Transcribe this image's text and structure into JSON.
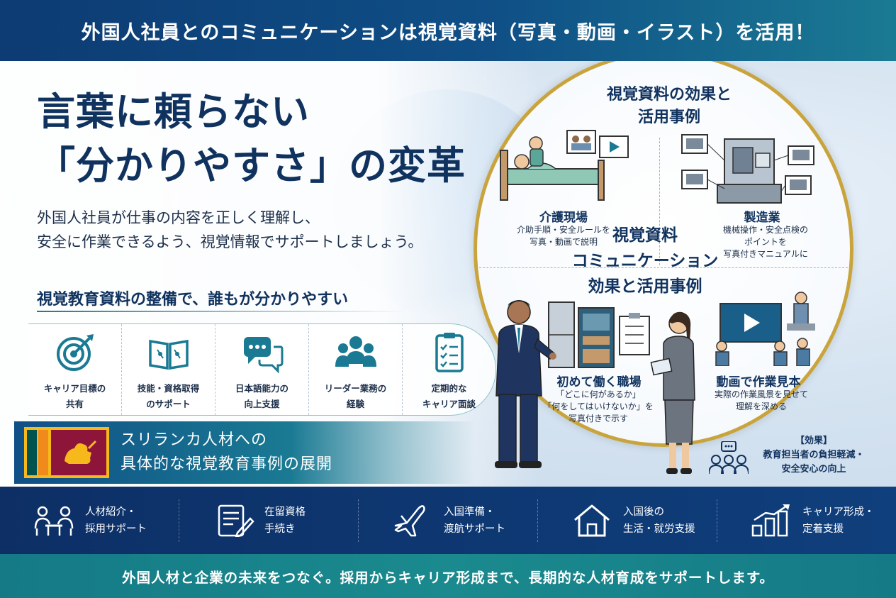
{
  "top_banner": {
    "text": "外国人社員とのコミュニケーションは視覚資料（写真・動画・イラスト）を活用！"
  },
  "headline": {
    "line1": "言葉に頼らない",
    "line2": "「分かりやすさ」の変革"
  },
  "lead": {
    "line1": "外国人社員が仕事の内容を正しく理解し、",
    "line2": "安全に作業できるよう、視覚情報でサポートしましょう。"
  },
  "sub_heading": "視覚教育資料の整備で、誰もが分かりやすい",
  "features": [
    {
      "icon": "target-icon",
      "label": "キャリア目標の\n共有"
    },
    {
      "icon": "open-book-icon",
      "label": "技能・資格取得\nのサポート"
    },
    {
      "icon": "chat-bubbles-icon",
      "label": "日本語能力の\n向上支援"
    },
    {
      "icon": "team-icon",
      "label": "リーダー業務の\n経験"
    },
    {
      "icon": "checklist-icon",
      "label": "定期的な\nキャリア面談"
    }
  ],
  "srilanka": {
    "line1": "スリランカ人材への",
    "line2": "具体的な視覚教育事例の展開"
  },
  "circle": {
    "title_line1": "視覚資料の効果と",
    "title_line2": "活用事例",
    "center_line1": "視覚資料",
    "center_line2": "コミュニケーション",
    "center_line3": "効果と活用事例",
    "cases": [
      {
        "title": "介護現場",
        "desc": "介助手順・安全ルールを\n写真・動画で説明"
      },
      {
        "title": "製造業",
        "desc": "機械操作・安全点検の\nポイントを\n写真付きマニュアルに"
      },
      {
        "title": "初めて働く職場",
        "desc": "「どこに何があるか」\n「何をしてはいけないか」を\n写真付きで示す"
      },
      {
        "title": "動画で作業見本",
        "desc": "実際の作業風景を見せて\n理解を深める"
      }
    ]
  },
  "effect": {
    "text": "【効果】\n教育担当者の負担軽減・\n安全安心の向上"
  },
  "services": [
    {
      "icon": "interview-icon",
      "label": "人材紹介・\n採用サポート"
    },
    {
      "icon": "document-pen-icon",
      "label": "在留資格\n手続き"
    },
    {
      "icon": "airplane-icon",
      "label": "入国準備・\n渡航サポート"
    },
    {
      "icon": "house-icon",
      "label": "入国後の\n生活・就労支援"
    },
    {
      "icon": "growth-chart-icon",
      "label": "キャリア形成・\n定着支援"
    }
  ],
  "bottom_banner": {
    "text": "外国人材と企業の未来をつなぐ。採用からキャリア形成まで、長期的な人材育成をサポートします。"
  },
  "colors": {
    "navy": "#10325e",
    "teal": "#1a7a93",
    "gold": "#c9a43d",
    "flag_maroon": "#8d153a"
  }
}
